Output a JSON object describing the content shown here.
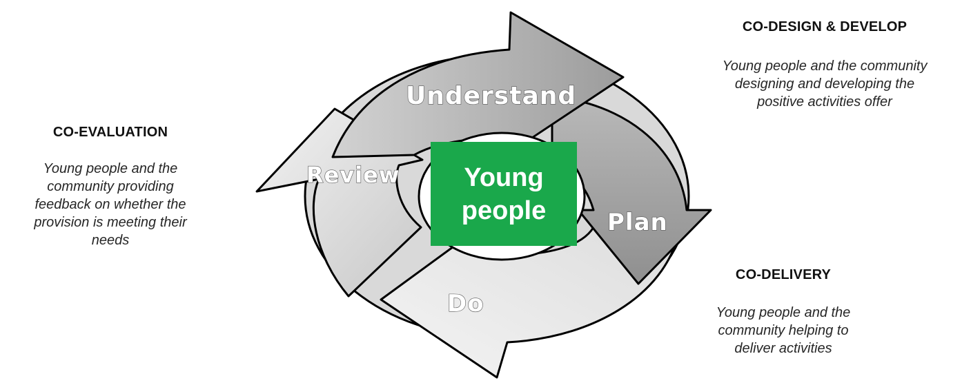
{
  "colors": {
    "center_fill": "#1aa84b",
    "arrow_light": "#e8e8e8",
    "arrow_dark": "#a9a9a9",
    "outline": "#000000"
  },
  "sections": {
    "design": {
      "heading": "CO-DESIGN & DEVELOP",
      "lines": [
        "Young people and the community",
        "designing and developing the",
        "positive activities offer"
      ]
    },
    "evaluation": {
      "heading": "CO-EVALUATION",
      "lines": [
        "Young people and the",
        "community providing",
        "feedback on whether the",
        "provision is meeting their",
        "needs"
      ]
    },
    "delivery": {
      "heading": "CO-DELIVERY",
      "lines": [
        "Young people and the",
        "community helping to",
        "deliver activities"
      ]
    }
  },
  "cycle": {
    "understand": "Understand",
    "plan": "Plan",
    "do": "Do",
    "review": "Review"
  },
  "center": {
    "line1": "Young",
    "line2": "people"
  }
}
